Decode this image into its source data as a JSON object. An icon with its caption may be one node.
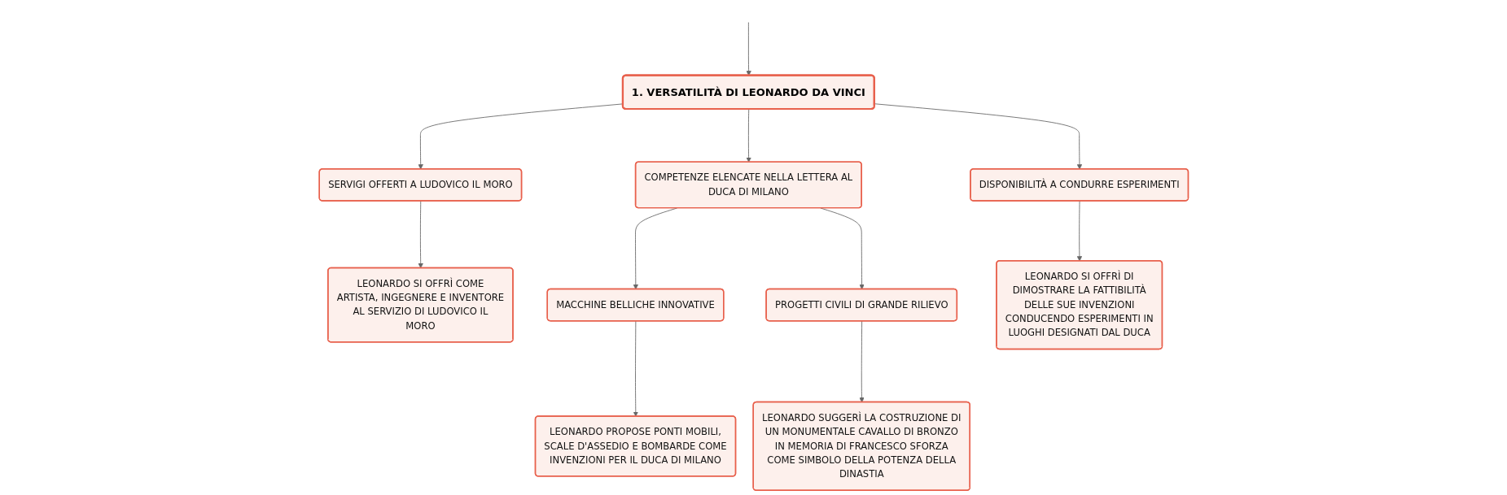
{
  "diagram": {
    "nodes": [
      {
        "text": [
          "1. VERSATILITÀ DI LEONARDO DA VINCI"
        ]
      },
      {
        "text": [
          "SERVIGI OFFERTI A LUDOVICO IL MORO"
        ]
      },
      {
        "text": [
          "COMPETENZE ELENCATE NELLA LETTERA AL DUCA DI MILANO"
        ]
      },
      {
        "text": [
          "DISPONIBILITÀ A CONDURRE ESPERIMENTI"
        ]
      },
      {
        "text": [
          "LEONARDO SI OFFRÌ COME ARTISTA, INGEGNERE E INVENTORE AL SERVIZIO DI LUDOVICO IL MORO"
        ]
      },
      {
        "text": [
          "MACCHINE BELLICHE INNOVATIVE"
        ]
      },
      {
        "text": [
          "PROGETTI CIVILI DI GRANDE RILIEVO"
        ]
      },
      {
        "text": [
          "LEONARDO SI OFFRÌ DI DIMOSTRARE LA FATTIBILITÀ DELLE SUE INVENZIONI CONDUCENDO ESPERIMENTI IN LUOGHI DESIGNATI DAL DUCA"
        ]
      },
      {
        "text": [
          "LEONARDO PROPOSE PONTI MOBILI, SCALE D'ASSEDIO E BOMBARDE COME INVENZIONI PER IL DUCA DI MILANO"
        ]
      },
      {
        "text": [
          "LEONARDO SUGGERÌ LA COSTRUZIONE DI UN MONUMENTALE CAVALLO DI BRONZO IN MEMORIA DI FRANCESCO SFORZA COME SIMBOLO DELLA POTENZA DELLA DINASTIA"
        ]
      }
    ],
    "edges": [
      {
        "from": null,
        "to": 0,
        "arrow": "to"
      },
      {
        "from": 0,
        "to": 1,
        "arrow": "to"
      },
      {
        "from": 0,
        "to": 2,
        "arrow": "to"
      },
      {
        "from": 0,
        "to": 3,
        "arrow": "to"
      },
      {
        "from": 1,
        "to": 4,
        "arrow": "to"
      },
      {
        "from": 2,
        "to": 5,
        "arrow": "to"
      },
      {
        "from": 2,
        "to": 6,
        "arrow": "to"
      },
      {
        "from": 3,
        "to": 7,
        "arrow": "to"
      },
      {
        "from": 5,
        "to": 8,
        "arrow": "to"
      },
      {
        "from": 6,
        "to": 9,
        "arrow": "to"
      }
    ]
  }
}
